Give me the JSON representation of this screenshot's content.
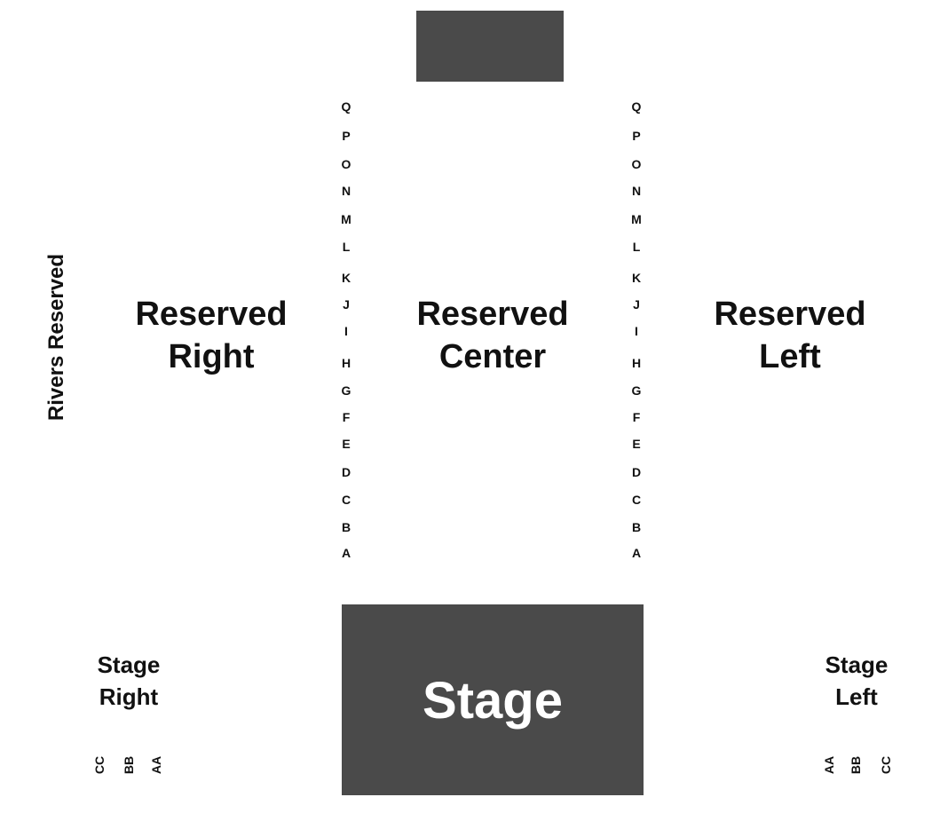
{
  "map": {
    "rivers_reserved": "Rivers Reserved",
    "reserved_right": [
      "Reserved",
      "Right"
    ],
    "reserved_center": [
      "Reserved",
      "Center"
    ],
    "reserved_left": [
      "Reserved",
      "Left"
    ],
    "stage": "Stage",
    "stage_right": [
      "Stage",
      "Right"
    ],
    "stage_left": [
      "Stage",
      "Left"
    ],
    "rows": [
      "Q",
      "P",
      "O",
      "N",
      "M",
      "L",
      "K",
      "J",
      "I",
      "H",
      "G",
      "F",
      "E",
      "D",
      "C",
      "B",
      "A"
    ],
    "stage_right_rows": [
      "CC",
      "BB",
      "AA"
    ],
    "stage_left_rows": [
      "AA",
      "BB",
      "CC"
    ]
  },
  "colors": {
    "block": "#4a4a4a",
    "stage_text": "#ffffff",
    "text": "#111111"
  }
}
